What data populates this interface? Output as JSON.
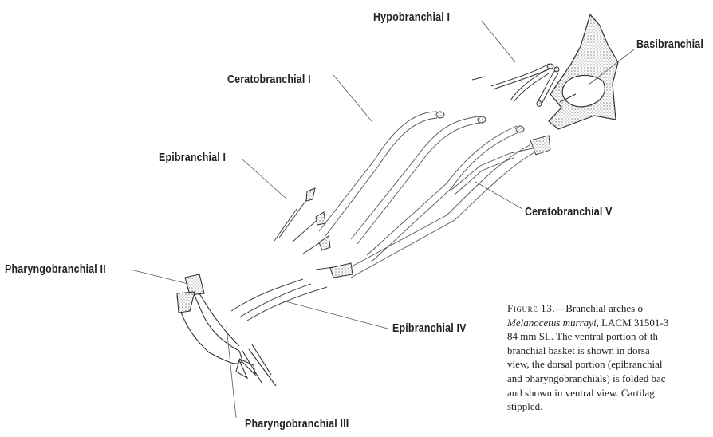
{
  "labels": {
    "hypobranchial_1": "Hypobranchial I",
    "basibranchial": "Basibranchial",
    "ceratobranchial_1": "Ceratobranchial I",
    "epibranchial_1": "Epibranchial I",
    "ceratobranchial_5": "Ceratobranchial V",
    "pharyngobranchial_2": "Pharyngobranchial II",
    "epibranchial_4": "Epibranchial IV",
    "pharyngobranchial_3": "Pharyngobranchial III"
  },
  "caption": {
    "figure_label": "Figure 13.",
    "lead": "—Branchial arches o",
    "species": "Melanocetus murrayi",
    "line1_rest": ", LACM 31501-3",
    "line2": "84 mm SL. The ventral portion of th",
    "line3": "branchial basket is shown in dorsa",
    "line4": "view, the dorsal portion (epibranchial",
    "line5": "and pharyngobranchials) is folded bac",
    "line6": "and shown in ventral view. Cartilag",
    "line7": "stippled."
  },
  "colors": {
    "ink": "#222222",
    "stipple": "#8a8a8a",
    "background": "#ffffff"
  }
}
